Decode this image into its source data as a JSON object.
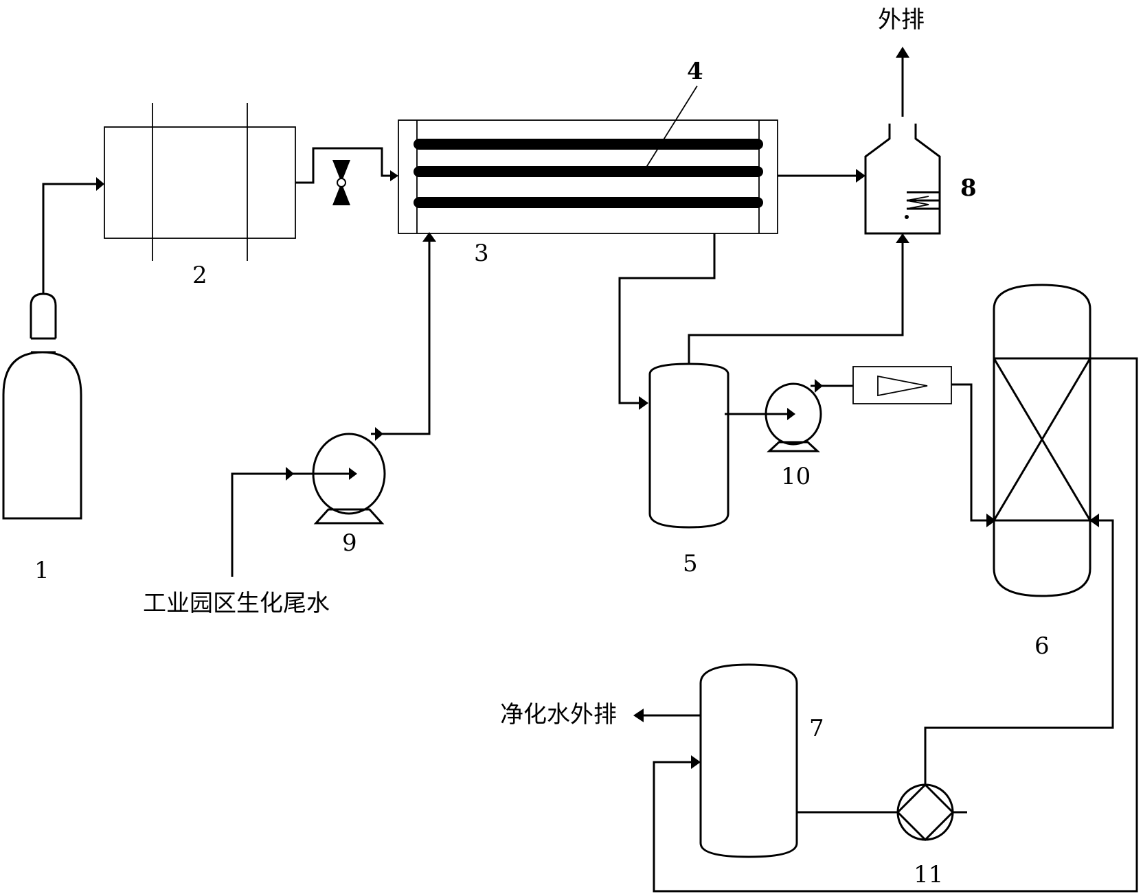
{
  "labels": {
    "n1": "1",
    "n2": "2",
    "n3": "3",
    "n4": "4",
    "n5": "5",
    "n6": "6",
    "n7": "7",
    "n8": "8",
    "n9": "9",
    "n10": "10",
    "n11": "11"
  },
  "text": {
    "exhaust": "外排",
    "inlet_water": "工业园区生化尾水",
    "purified_water_out": "净化水外排"
  }
}
